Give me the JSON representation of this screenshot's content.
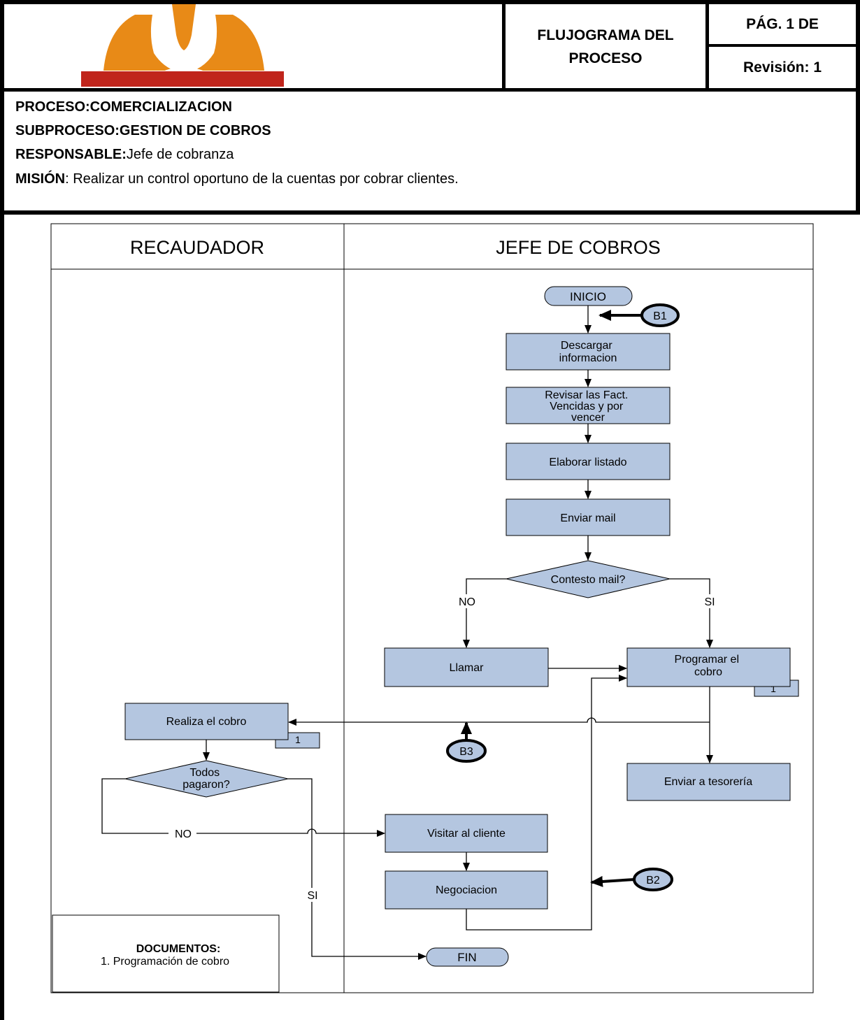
{
  "header": {
    "title": "FLUJOGRAMA DEL PROCESO",
    "title_line1": "FLUJOGRAMA DEL",
    "title_line2": "PROCESO",
    "page_label": "PÁG. 1 DE",
    "revision_label": "Revisión: 1"
  },
  "info": {
    "proceso": "PROCESO:COMERCIALIZACION",
    "subproceso": "SUBPROCESO:GESTION DE COBROS",
    "responsable_label": "RESPONSABLE:",
    "responsable_value": "Jefe de cobranza",
    "mision_label": "MISIÓN",
    "mision_value": ": Realizar un control oportuno de la cuentas por cobrar clientes."
  },
  "lanes": {
    "left": "RECAUDADOR",
    "right": "JEFE DE COBROS"
  },
  "nodes": {
    "inicio": "INICIO",
    "descargar": [
      "Descargar",
      "informacion"
    ],
    "revisar": [
      "Revisar las Fact.",
      "Vencidas y por",
      "vencer"
    ],
    "elaborar": "Elaborar listado",
    "enviar_mail": "Enviar mail",
    "contesto": "Contesto mail?",
    "llamar": "Llamar",
    "programar": [
      "Programar  el",
      "cobro"
    ],
    "realiza": "Realiza el cobro",
    "todos": [
      "Todos",
      "pagaron?"
    ],
    "enviar_tesoreria": "Enviar a tesorería",
    "visitar": "Visitar al cliente",
    "negociacion": "Negociacion",
    "fin": "FIN"
  },
  "edge_labels": {
    "no_contesto": "NO",
    "si_contesto": "SI",
    "no_todos": "NO",
    "si_todos": "SI"
  },
  "connectors": {
    "b1": "B1",
    "b2": "B2",
    "b3": "B3"
  },
  "doc_tags": {
    "programar": "1",
    "realiza": "1"
  },
  "documents": {
    "title": "DOCUMENTOS:",
    "item1": "1. Programación de cobro"
  },
  "colors": {
    "shape_fill": "#b4c6e0",
    "line": "#000000",
    "logo_orange": "#e88a17",
    "logo_red": "#c0251c"
  }
}
